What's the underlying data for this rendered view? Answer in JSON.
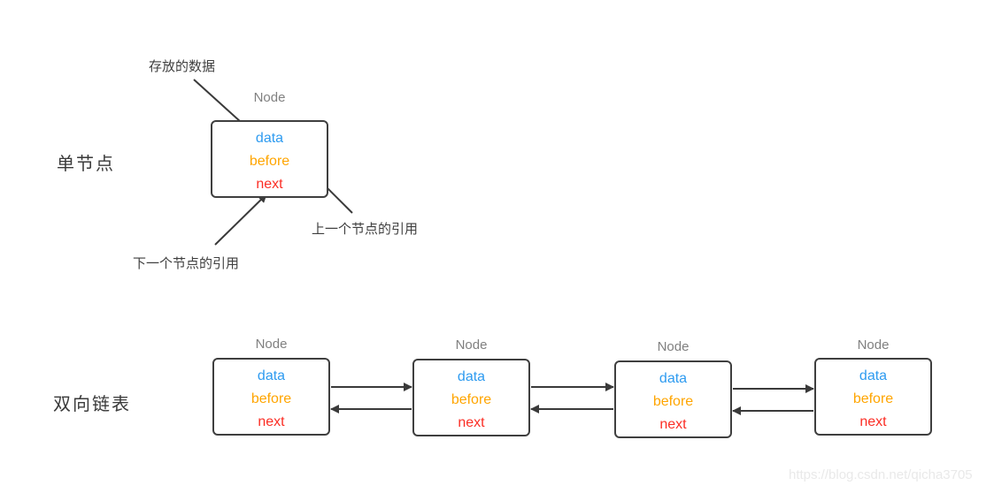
{
  "colors": {
    "data_field": "#2e9bf0",
    "before_field": "#ffa500",
    "next_field": "#fb2e25",
    "box_border": "#3f3f3f",
    "arrow": "#3a3a3a",
    "node_title": "#808080",
    "label_text": "#3f3f3f",
    "watermark_text": "#e9e9e9"
  },
  "single_node": {
    "section_label": "单节点",
    "node": {
      "title": "Node",
      "fields": [
        "data",
        "before",
        "next"
      ]
    },
    "annotations": [
      {
        "text": "存放的数据",
        "points_to": "data"
      },
      {
        "text": "上一个节点的引用",
        "points_to": "before"
      },
      {
        "text": "下一个节点的引用",
        "points_to": "next"
      }
    ]
  },
  "dll": {
    "section_label": "双向链表",
    "nodes": [
      {
        "title": "Node",
        "fields": [
          "data",
          "before",
          "next"
        ]
      },
      {
        "title": "Node",
        "fields": [
          "data",
          "before",
          "next"
        ]
      },
      {
        "title": "Node",
        "fields": [
          "data",
          "before",
          "next"
        ]
      },
      {
        "title": "Node",
        "fields": [
          "data",
          "before",
          "next"
        ]
      }
    ]
  },
  "watermark": "https://blog.csdn.net/qicha3705"
}
